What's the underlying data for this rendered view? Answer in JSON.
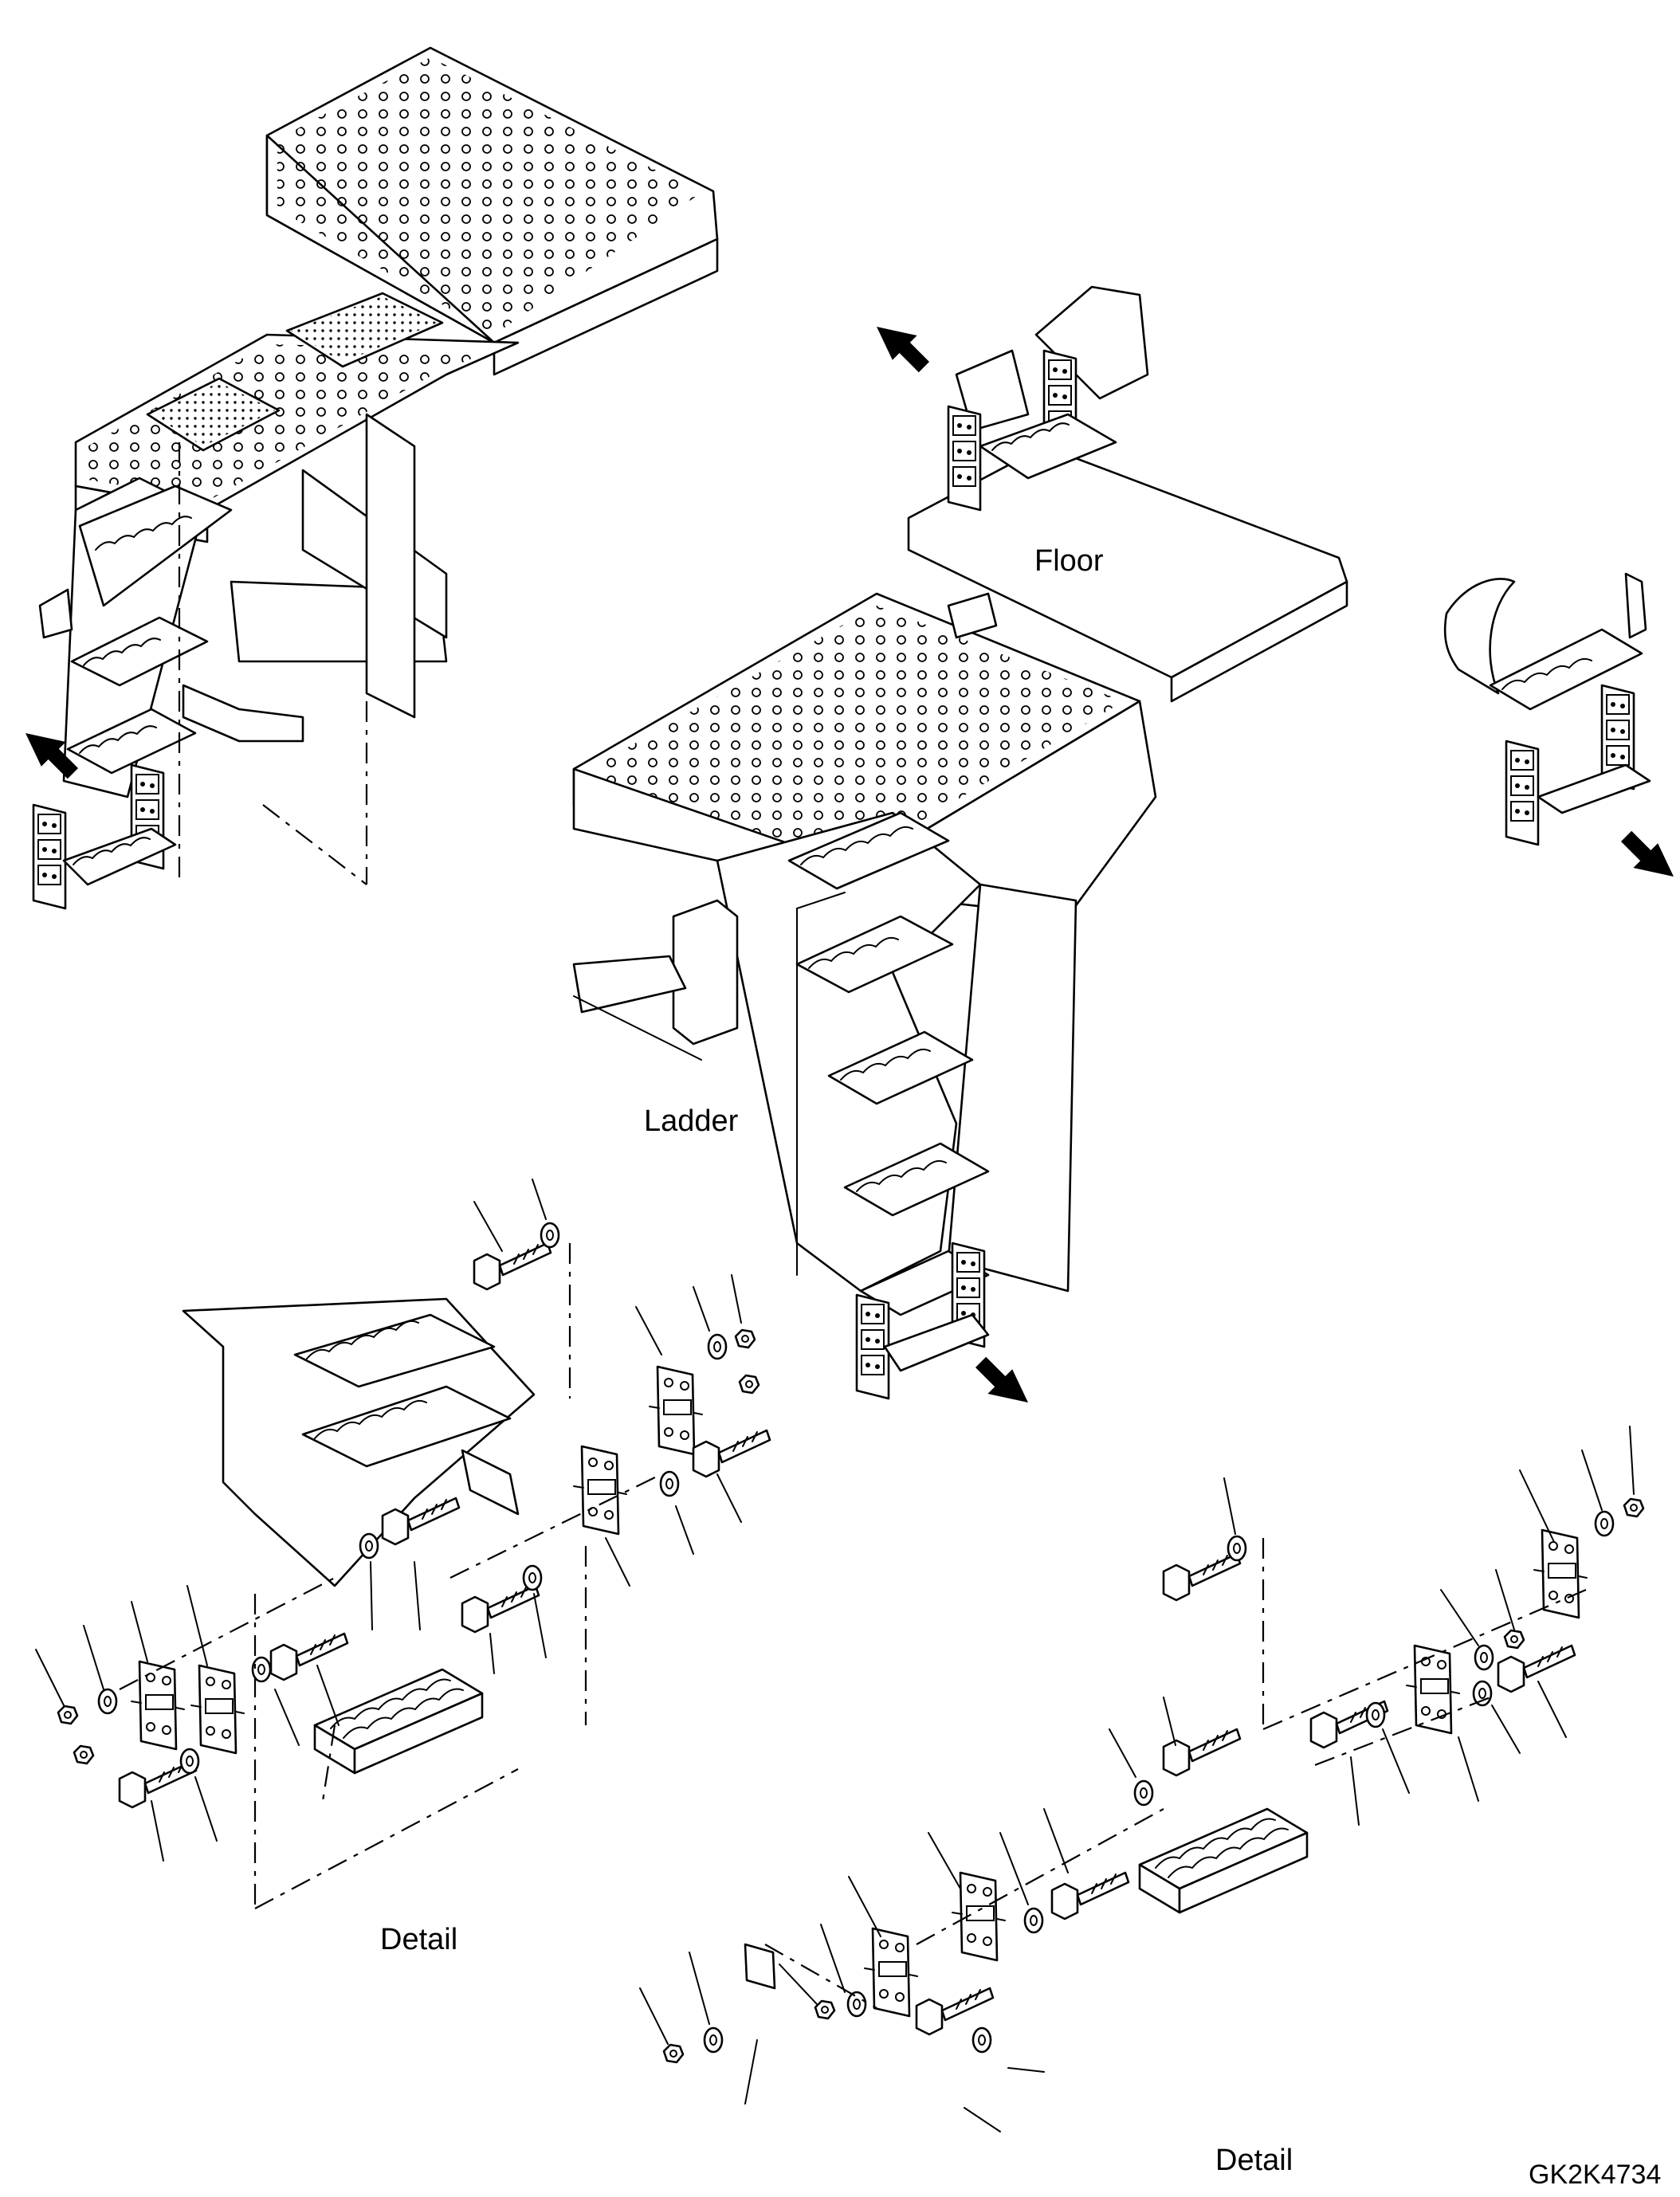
{
  "labels": {
    "floor": "Floor",
    "ladder": "Ladder",
    "detail_left": "Detail",
    "detail_right": "Detail",
    "drawing_code": "GK2K4734"
  },
  "colors": {
    "line": "#000000",
    "background": "#ffffff"
  },
  "icons": [
    "callout-arrow-icon",
    "bolt-icon",
    "washer-icon",
    "nut-icon",
    "hinge-plate-icon",
    "step-icon"
  ]
}
